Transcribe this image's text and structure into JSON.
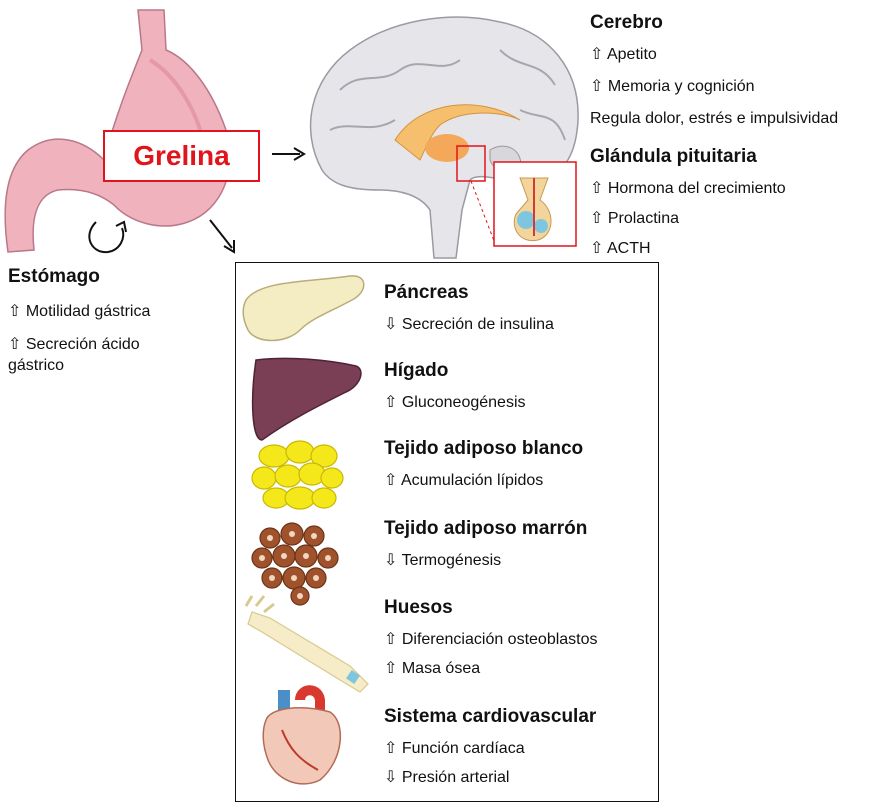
{
  "hormone": "Grelina",
  "stomach": {
    "title": "Estómago",
    "effects": [
      "⇧ Motilidad gástrica",
      "⇧ Secreción ácido",
      "gástrico"
    ]
  },
  "brain": {
    "title": "Cerebro",
    "effects": [
      "⇧ Apetito",
      "⇧ Memoria y cognición",
      "Regula dolor, estrés e impulsividad"
    ]
  },
  "pituitary": {
    "title": "Glándula pituitaria",
    "effects": [
      "⇧ Hormona del crecimiento",
      "⇧ Prolactina",
      "⇧ ACTH"
    ]
  },
  "organs": [
    {
      "title": "Páncreas",
      "effects": [
        "⇩ Secreción de insulina"
      ],
      "icon": "pancreas-icon"
    },
    {
      "title": "Hígado",
      "effects": [
        "⇧ Gluconeogénesis"
      ],
      "icon": "liver-icon"
    },
    {
      "title": "Tejido adiposo blanco",
      "effects": [
        "⇧ Acumulación lípidos"
      ],
      "icon": "white-adipose-icon"
    },
    {
      "title": "Tejido adiposo marrón",
      "effects": [
        "⇩ Termogénesis"
      ],
      "icon": "brown-adipose-icon"
    },
    {
      "title": "Huesos",
      "effects": [
        "⇧ Diferenciación osteoblastos",
        "⇧ Masa ósea"
      ],
      "icon": "bone-icon"
    },
    {
      "title": "Sistema cardiovascular",
      "effects": [
        "⇧ Función cardíaca",
        "⇩ Presión arterial"
      ],
      "icon": "heart-icon"
    }
  ],
  "colors": {
    "accent_red": "#e1141c",
    "stomach_pink": "#f0b3bd",
    "fat_yellow": "#f5e81a",
    "liver_purple": "#7a3e55"
  }
}
